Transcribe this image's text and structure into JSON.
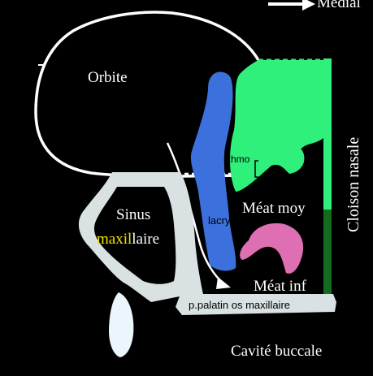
{
  "colors": {
    "background": "#000000",
    "outline": "#ffffff",
    "sinus": "#d9e1e3",
    "lacrymal": "#3c70dc",
    "ethmoid": "#2ef07a",
    "inferior_turbinate": "#de6fb2",
    "septum_light": "#2ef07a",
    "septum_dark": "#126b1e",
    "palatine_plate": "#d9e1e3",
    "tooth": "#eaf6fb",
    "maxil_highlight": "#f2e600",
    "label_white": "#ffffff",
    "label_dark": "#000000"
  },
  "icons": {
    "direction_arrow": "arrow-right-icon"
  },
  "labels": {
    "direction": "Médial",
    "orbit": "Orbite",
    "sinus_line1": "Sinus",
    "sinus_line2_highlight": "maxil",
    "sinus_line2_rest": "laire",
    "septum": "Cloison nasale",
    "ethmoid": "ethmo",
    "middle_meatus": "Méat moy",
    "lacrymal": "lacry",
    "inferior_meatus": "Méat inf",
    "palatine": "p.palatin os maxillaire",
    "oral_cavity": "Cavité buccale"
  }
}
